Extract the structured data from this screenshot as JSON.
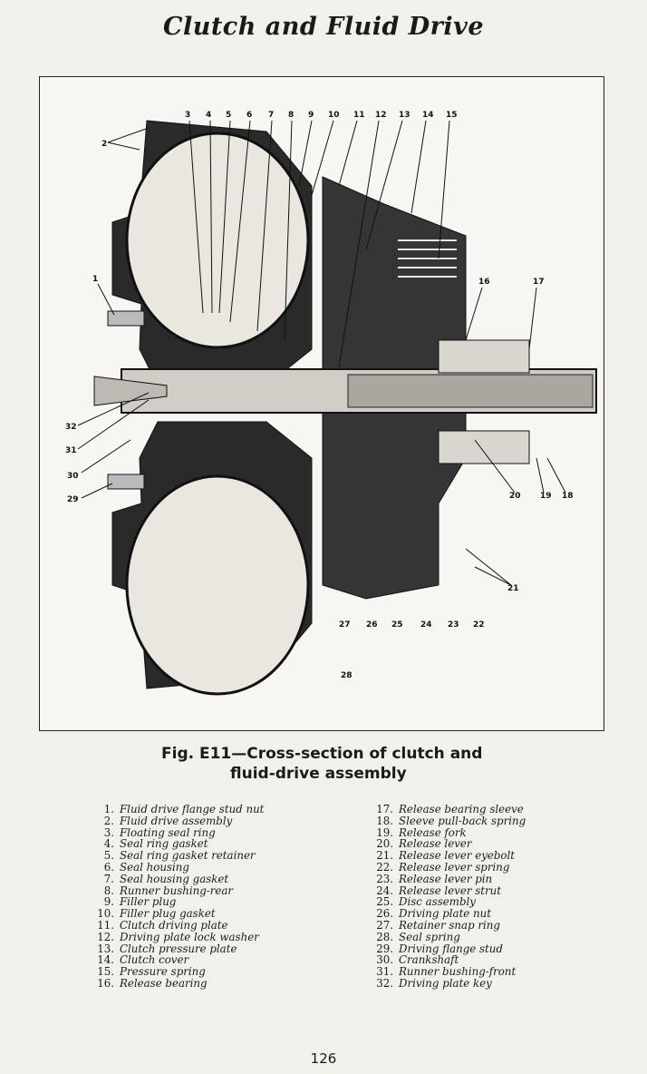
{
  "page_title": "Clutch and Fluid Drive",
  "figure": {
    "caption_line1": "Fig. E11—Cross-section of clutch and",
    "caption_line2": "fluid-drive assembly",
    "callouts": [
      "1",
      "2",
      "3",
      "4",
      "5",
      "6",
      "7",
      "8",
      "9",
      "10",
      "11",
      "12",
      "13",
      "14",
      "15",
      "16",
      "17",
      "18",
      "19",
      "20",
      "21",
      "22",
      "23",
      "24",
      "25",
      "26",
      "27",
      "28",
      "29",
      "30",
      "31",
      "32"
    ]
  },
  "parts_left": [
    {
      "num": "1.",
      "label": "Fluid drive flange stud nut"
    },
    {
      "num": "2.",
      "label": "Fluid drive assembly"
    },
    {
      "num": "3.",
      "label": "Floating seal ring"
    },
    {
      "num": "4.",
      "label": "Seal ring gasket"
    },
    {
      "num": "5.",
      "label": "Seal ring gasket retainer"
    },
    {
      "num": "6.",
      "label": "Seal housing"
    },
    {
      "num": "7.",
      "label": "Seal housing gasket"
    },
    {
      "num": "8.",
      "label": "Runner bushing-rear"
    },
    {
      "num": "9.",
      "label": "Filler plug"
    },
    {
      "num": "10.",
      "label": "Filler plug gasket"
    },
    {
      "num": "11.",
      "label": "Clutch driving plate"
    },
    {
      "num": "12.",
      "label": "Driving plate lock washer"
    },
    {
      "num": "13.",
      "label": "Clutch pressure plate"
    },
    {
      "num": "14.",
      "label": "Clutch cover"
    },
    {
      "num": "15.",
      "label": "Pressure spring"
    },
    {
      "num": "16.",
      "label": "Release bearing"
    }
  ],
  "parts_right": [
    {
      "num": "17.",
      "label": "Release bearing sleeve"
    },
    {
      "num": "18.",
      "label": "Sleeve pull-back spring"
    },
    {
      "num": "19.",
      "label": "Release fork"
    },
    {
      "num": "20.",
      "label": "Release lever"
    },
    {
      "num": "21.",
      "label": "Release lever eyebolt"
    },
    {
      "num": "22.",
      "label": "Release lever spring"
    },
    {
      "num": "23.",
      "label": "Release lever pin"
    },
    {
      "num": "24.",
      "label": "Release lever strut"
    },
    {
      "num": "25.",
      "label": "Disc assembly"
    },
    {
      "num": "26.",
      "label": "Driving plate nut"
    },
    {
      "num": "27.",
      "label": "Retainer snap ring"
    },
    {
      "num": "28.",
      "label": "Seal spring"
    },
    {
      "num": "29.",
      "label": "Driving flange stud"
    },
    {
      "num": "30.",
      "label": "Crankshaft"
    },
    {
      "num": "31.",
      "label": "Runner bushing-front"
    },
    {
      "num": "32.",
      "label": "Driving plate key"
    }
  ],
  "page_number": "126"
}
